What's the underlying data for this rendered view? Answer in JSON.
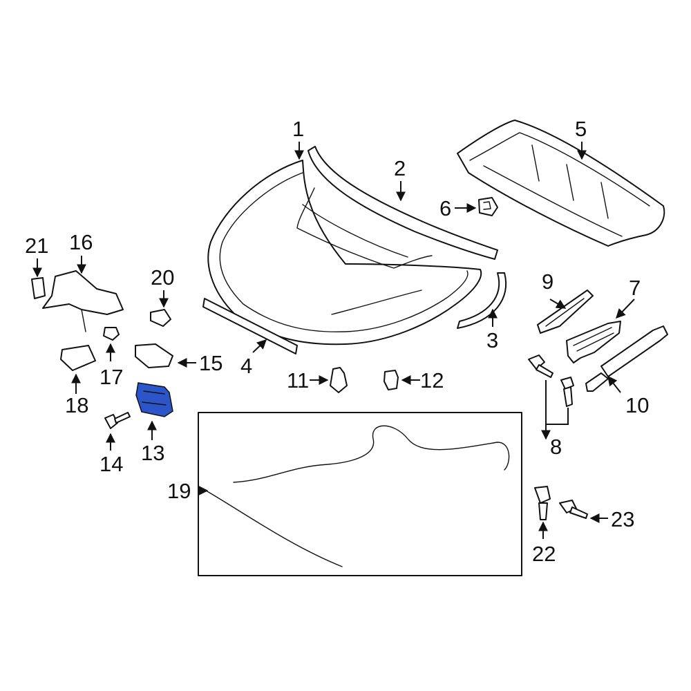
{
  "highlight_color": "#2b55c8",
  "highlighted_part": "13",
  "callouts": {
    "c1": "1",
    "c2": "2",
    "c3": "3",
    "c4": "4",
    "c5": "5",
    "c6": "6",
    "c7": "7",
    "c8": "8",
    "c9": "9",
    "c10": "10",
    "c11": "11",
    "c12": "12",
    "c13": "13",
    "c14": "14",
    "c15": "15",
    "c16": "16",
    "c17": "17",
    "c18": "18",
    "c19": "19",
    "c20": "20",
    "c21": "21",
    "c22": "22",
    "c23": "23"
  }
}
